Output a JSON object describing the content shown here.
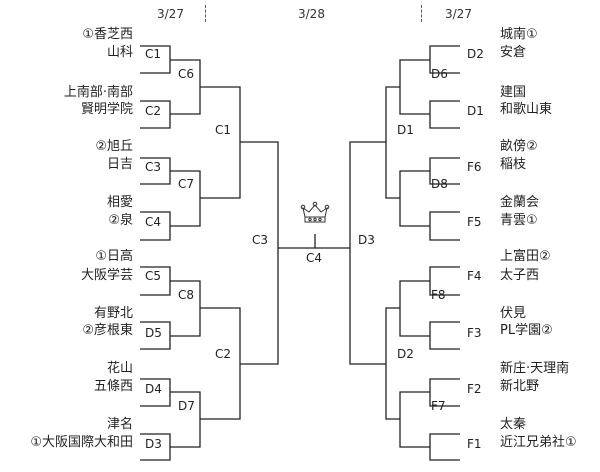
{
  "dates": {
    "left_r1": "3/27",
    "center": "3/28",
    "right_r1": "3/27"
  },
  "teams_left": [
    "①香芝西",
    "山科",
    "上南部·南部",
    "賢明学院",
    "②旭丘",
    "日吉",
    "相愛",
    "②泉",
    "①日高",
    "大阪学芸",
    "有野北",
    "②彦根東",
    "花山",
    "五條西",
    "津名",
    "①大阪国際大和田"
  ],
  "teams_right": [
    "城南①",
    "安倉",
    "建国",
    "和歌山東",
    "畝傍②",
    "稲枝",
    "金蘭会",
    "青雲①",
    "上富田②",
    "太子西",
    "伏見",
    "PL学園②",
    "新庄·天理南",
    "新北野",
    "太秦",
    "近江兄弟社①"
  ],
  "codes_left": [
    "C1",
    "C2",
    "C3",
    "C4",
    "C5",
    "D5",
    "D4",
    "D3"
  ],
  "codes_right": [
    "D2",
    "D1",
    "F6",
    "F5",
    "F4",
    "F3",
    "F2",
    "F1"
  ],
  "codes_left_r2": [
    "C6",
    "C7",
    "C8",
    "D7"
  ],
  "codes_right_r2": [
    "D6",
    "D8",
    "F8",
    "F7"
  ],
  "codes_left_r3": [
    "C1",
    "C2"
  ],
  "codes_right_r3": [
    "D1",
    "D2"
  ],
  "semi_left": "C3",
  "semi_right": "D3",
  "final": "C4",
  "icons": {
    "trophy": "crown-icon"
  }
}
